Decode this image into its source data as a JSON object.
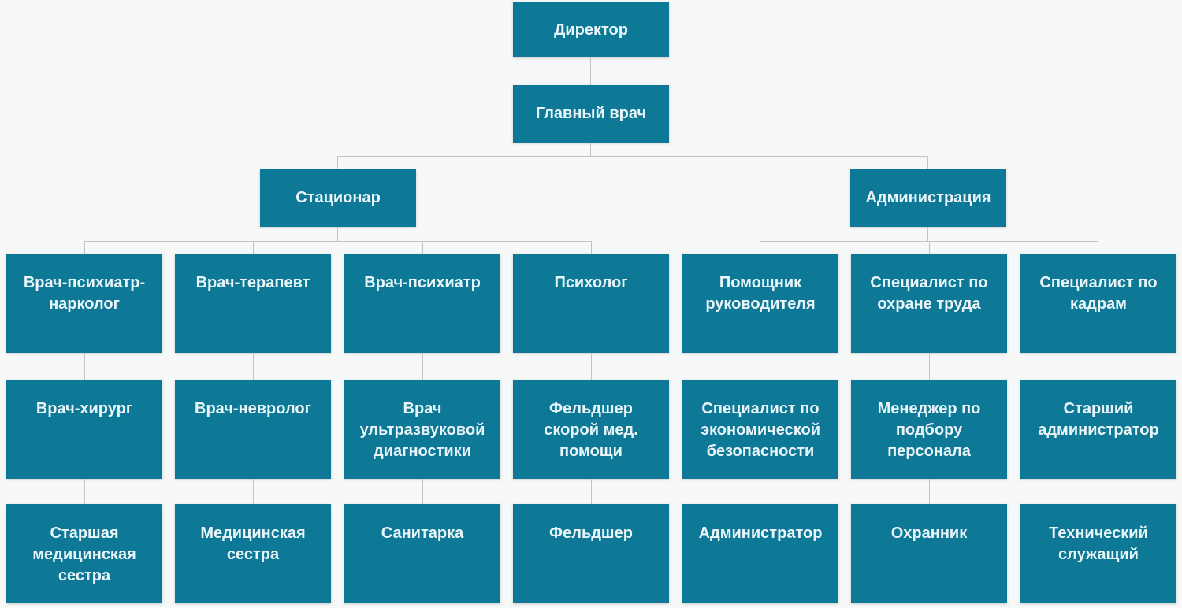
{
  "org": {
    "root": {
      "label": "Директор"
    },
    "chief": {
      "label": "Главный врач"
    },
    "branches": [
      {
        "label": "Стационар"
      },
      {
        "label": "Администрация"
      }
    ],
    "columns": [
      {
        "head": "Врач-психиатр-нарколог",
        "mid": "Врач-хирург",
        "low": "Старшая медицинская сестра"
      },
      {
        "head": "Врач-терапевт",
        "mid": "Врач-невролог",
        "low": "Медицинская сестра"
      },
      {
        "head": "Врач-психиатр",
        "mid": "Врач ультразвуковой диагностики",
        "low": "Санитарка"
      },
      {
        "head": "Психолог",
        "mid": "Фельдшер скорой мед. помощи",
        "low": "Фельдшер"
      },
      {
        "head": "Помощник руководителя",
        "mid": "Специалист по экономической безопасности",
        "low": "Администратор"
      },
      {
        "head": "Специалист по охране труда",
        "mid": "Менеджер по подбору персонала",
        "low": "Охранник"
      },
      {
        "head": "Специалист по кадрам",
        "mid": "Старший администратор",
        "low": "Технический служащий"
      }
    ],
    "colors": {
      "node_fill": "#0e7897",
      "node_text": "#e9f5f9",
      "connector": "#c2c4c4",
      "background": "#f7f8f8"
    }
  }
}
